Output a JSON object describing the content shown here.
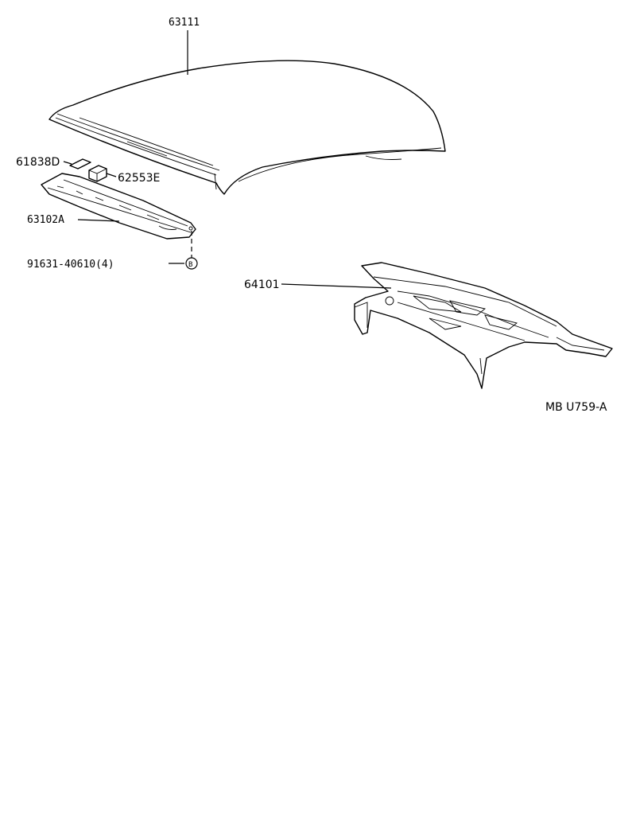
{
  "parts": {
    "roof_panel": "63111",
    "insulator_pad_a": "61838D",
    "insulator_pad_b": "62553E",
    "roof_reinforcement": "63102A",
    "bolt": "91631-40610(4)",
    "bolt_marker": "B",
    "package_tray_panel": "64101"
  },
  "figure_code": "MB U759-A"
}
